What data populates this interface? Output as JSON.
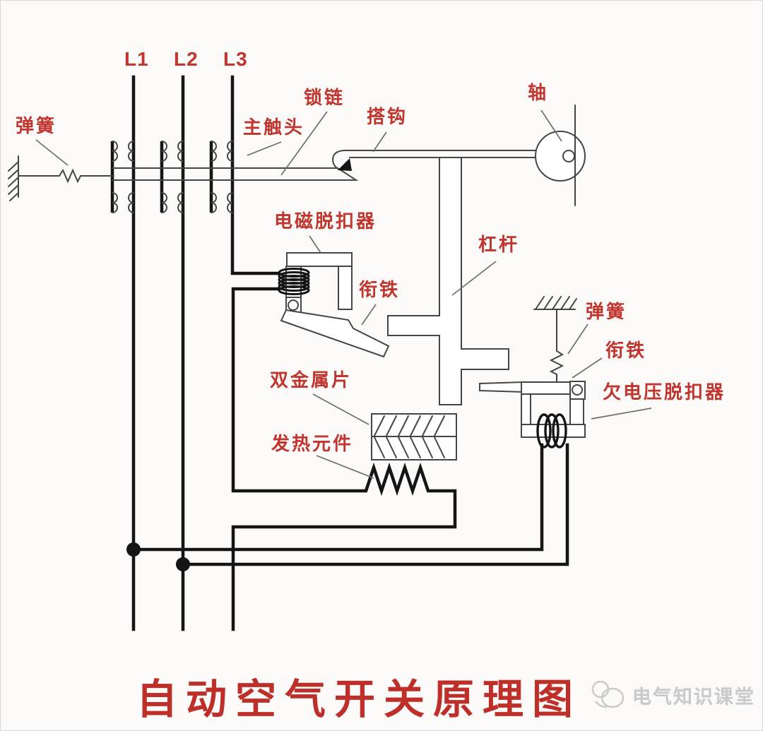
{
  "diagram": {
    "title": "自动空气开关原理图",
    "watermark": {
      "text": "电气知识课堂"
    },
    "phase_labels": [
      "L1",
      "L2",
      "L3"
    ],
    "labels": {
      "spring_left": "弹簧",
      "main_contact": "主触头",
      "lock_chain": "锁链",
      "hook": "搭钩",
      "shaft": "轴",
      "em_trip": "电磁脱扣器",
      "armature_left": "衔铁",
      "lever": "杠杆",
      "spring_right": "弹簧",
      "armature_right": "衔铁",
      "uv_trip": "欠电压脱扣器",
      "bimetal": "双金属片",
      "heater": "发热元件"
    },
    "colors": {
      "label_red": "#c0352e",
      "title_red": "#bd2f28",
      "wire_black": "#151515",
      "outline_gray": "#454545",
      "pointer_gray": "#6e6e6e",
      "watermark_gray": "#c9c9c9",
      "background": "#fbfaf8"
    }
  }
}
